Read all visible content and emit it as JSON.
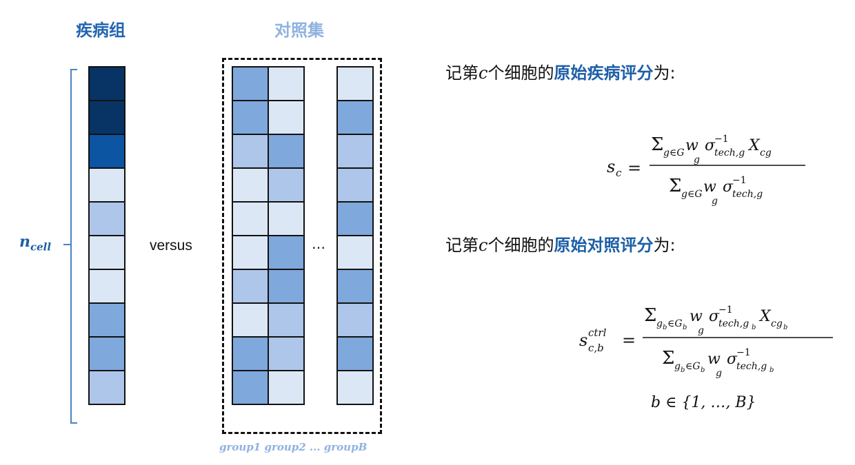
{
  "headers": {
    "disease": "疾病组",
    "control": "对照集"
  },
  "left_label": {
    "main": "n",
    "sub": "cell"
  },
  "versus": "versus",
  "ellipsis": "…",
  "group_labels": "group1 group2 ... groupB",
  "statements": {
    "disease": {
      "pre": "记第",
      "var": "c",
      "mid": "个细胞的",
      "bold": "原始疾病评分",
      "post": "为:"
    },
    "control": {
      "pre": "记第",
      "var": "c",
      "mid": "个细胞的",
      "bold": "原始对照评分",
      "post": "为:"
    }
  },
  "equations": {
    "s_c": "s_c = Σ_{g∈G} w_g σ^{-1}_{tech,g} X_{cg} / Σ_{g∈G} w_g σ^{-1}_{tech,g}",
    "s_ctrl": "s^{ctrl}_{c,b} = Σ_{g_b∈G_b} w_g σ^{-1}_{tech,g_b} X_{cg_b} / Σ_{g_b∈G_b} w_g σ^{-1}_{tech,g_b}",
    "b_range": "b ∈ {1, …, B}"
  },
  "colors": {
    "accent": "#1d5fa6",
    "header_disease": "#2466b0",
    "header_control": "#8fb2e0",
    "brace": "#4a82c0",
    "shade_0": "#dce7f5",
    "shade_1": "#adc6e9",
    "shade_2": "#7fa8dc",
    "shade_3": "#0b55a3",
    "shade_4": "#073464"
  },
  "columns": {
    "disease": [
      4,
      4,
      3,
      0,
      1,
      0,
      0,
      2,
      2,
      1
    ],
    "group1": [
      2,
      2,
      1,
      0,
      0,
      0,
      1,
      0,
      2,
      2
    ],
    "group2": [
      0,
      0,
      2,
      1,
      0,
      2,
      2,
      1,
      1,
      0
    ],
    "groupB": [
      0,
      2,
      1,
      1,
      2,
      0,
      2,
      1,
      2,
      0
    ]
  }
}
